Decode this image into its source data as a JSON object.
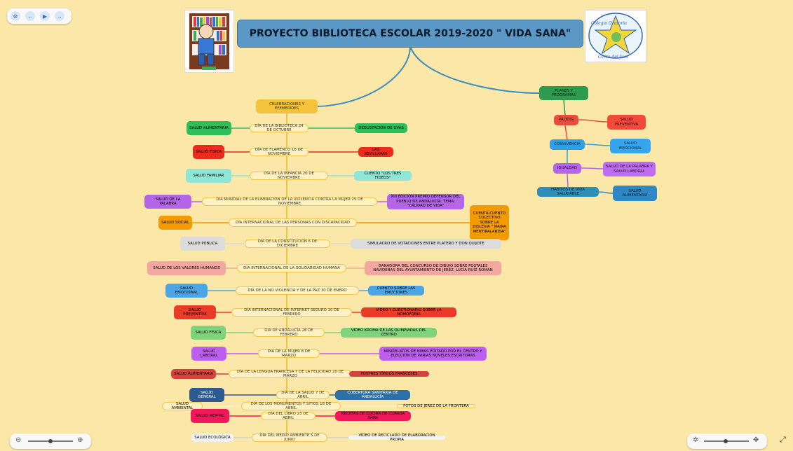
{
  "title": "PROYECTO BIBLIOTECA ESCOLAR 2019-2020 \" VIDA SANA\"",
  "logo_right": {
    "line1": "Colegio Oratorio",
    "line2": "Cerro del Juez"
  },
  "branches": {
    "celebraciones": "CELEBRACIONES Y EFEMÉRIDES",
    "planes": "PLANES Y PROGRAMAS"
  },
  "planes": [
    {
      "name": "PRODIG",
      "tag": "SALUD PREVENTIVA"
    },
    {
      "name": "CONVIVENCIA",
      "tag": "SALUD EMOCIONAL"
    },
    {
      "name": "IGUALDAD",
      "tag": "SALUD DE LA PALABRA Y SALUD LABORAL"
    },
    {
      "name": "HÁBITOS DE VIDA SALUDABLE",
      "tag": "SALUD ALIMENTARIA"
    }
  ],
  "events": [
    {
      "name": "DÍA DE LA BIBLIOTECA 24 DE OCTUBRE",
      "left": "SALUD ALIMENTARIA",
      "right": "DEGUSTACIÓN DE UVAS"
    },
    {
      "name": "DÍA DE FLAMENCO 16 DE NOVIEMBRE",
      "left": "SALUD FÍSICA",
      "right": "LAS SEVILLANAS"
    },
    {
      "name": "DÍA DE LA INFANCIA 20 DE NOVIEMBRE",
      "left": "SALUD FAMILIAR",
      "right": "CUENTO \"LOS TRES FIDEOS\""
    },
    {
      "name": "DÍA MUNDIAL DE LA ELIMINACIÓN DE LA VIOLENCIA CONTRA LA MUJER 25 DE NOVIEMBRE",
      "left": "SALUD DE LA PALABRA",
      "right": "XIII EDICIÓN PREMIO DEFENSOR DEL PUEBLO DE ANDALUCÍA. TEMA: \"CALIDAD DE VIDA\""
    },
    {
      "name": "DÍA INTERNACIONAL DE LAS PERSONAS CON DISCAPACIDAD",
      "left": "SALUD SOCIAL",
      "right": "CUENTA-CUENTO COLECTIVO SOBRE LA DISLEXIA \" MAIRA MENTIRALANDIA\""
    },
    {
      "name": "DÍA DE LA CONSTITUCIÓN 6 DE DICIEMBRE",
      "left": "SALUD PÚBLICA",
      "right": "SIMULACRO DE VOTACIONES ENTRE PLATERO Y DON QUIJOTE"
    },
    {
      "name": "DÍA INTERNACIONAL DE LA SOLIDARIDAD HUMANA",
      "left": "SALUD DE LOS VALORES HUMANOS",
      "right": "GANADORA DEL CONCURSO DE DIBUJO SOBRE POSTALES NAVIDEÑAS DEL AYUNTAMIENTO DE JEREZ. LUCÍA RUÍZ ROMÁN"
    },
    {
      "name": "DÍA DE LA NO VIOLENCIA Y DE LA PAZ 30 DE ENERO",
      "left": "SALUD EMOCIONAL",
      "right": "CUENTO SOBRE LAS EMOCIONES"
    },
    {
      "name": "DÍA INTERNACIONAL DE INTERNET SEGURO 10 DE FEBRERO",
      "left": "SALUD PREVENTIVA",
      "right": "VÍDEO Y CUESTIONARIO SOBRE LA NOMOFOBIA"
    },
    {
      "name": "DÍA DE ANDALUCÍA 28 DE FEBRERO",
      "left": "SALUD FÍSICA",
      "right": "VÍDEO KROMA DE LAS OLIMPIADAS DEL CENTRO"
    },
    {
      "name": "DÍA DE LA MUJER 8 DE MARZO",
      "left": "SALUD LABORAL",
      "right": "MINIRELATOS DE NIÑAS EDITADO POR EL CENTRO Y ELECCIÓN DE VARIAS NOVELES ESCRITORAS"
    },
    {
      "name": "DÍA DE LA LENGUA FRANCESA Y DE LA FELICIDAD 20 DE MARZO",
      "left": "SALUD ALIMENTARIA",
      "right": "POSTRES TÍPICOS FRANCESES"
    },
    {
      "name": "DÍA DE LA SALUD 7 DE ABRIL",
      "left": "SALUD GENERAL",
      "right": "COBERTURA SANITARIA DE ANDALUCÍA"
    },
    {
      "name": "DÍA DE LOS MONUMENTOS Y SITIOS 18 DE ABRIL",
      "left": "SALUD AMBIENTAL",
      "right": "FOTOS DE JEREZ DE LA FRONTERA"
    },
    {
      "name": "DÍA DEL LIBRO 23 DE ABRIL",
      "left": "SALUD MENTAL",
      "right": "RECETAS DE COCINA DE CORADA SANA"
    },
    {
      "name": "DÍA DEL MEDIO AMBIENTE 5 DE JUNIO",
      "left": "SALUD ECOLÓGICA",
      "right": "VÍDEO DE RECICLADO DE ELABORACIÓN PROPIA"
    }
  ],
  "colors": {
    "background": "#fbe7a8",
    "title": "#5b98c6",
    "celebraciones": "#f5c33b",
    "planes": "#2e9b4e",
    "prodig": "#e74c3c",
    "convivencia": "#2f9fe6",
    "igualdad": "#b565e8",
    "habitos": "#2f8fb8"
  },
  "controls": {
    "top_left": [
      "settings-icon",
      "back-icon",
      "play-icon",
      "forward-icon"
    ],
    "zoom_out": "zoom-out-icon",
    "zoom_in": "zoom-in-icon",
    "expand": "expand-icon"
  }
}
